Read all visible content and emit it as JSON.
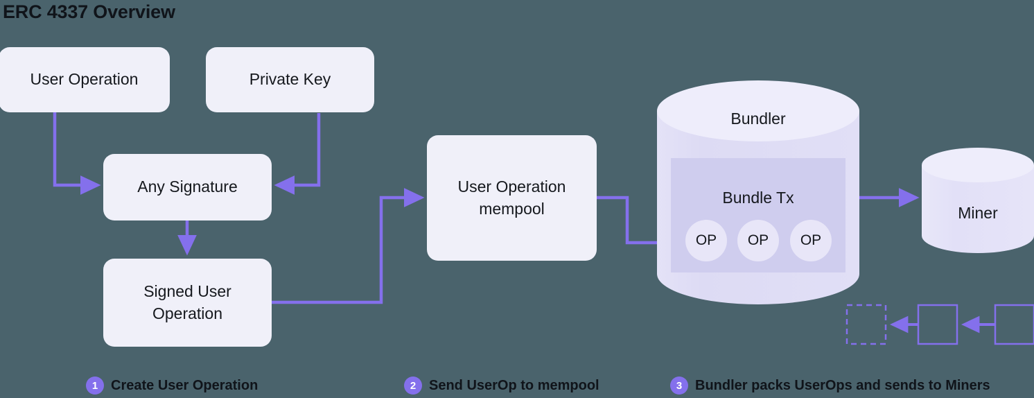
{
  "title": "ERC 4337 Overview",
  "colors": {
    "background": "#4a636c",
    "node_fill": "#f0f0f9",
    "arrow": "#8470ec",
    "cylinder_body": "#dedcf5",
    "cylinder_top": "#eeedfb",
    "cylinder_inner": "#cfccee",
    "op_circle": "#e7e5f7",
    "text": "#15181d",
    "badge": "#8470ec"
  },
  "nodes": {
    "user_operation": "User Operation",
    "private_key": "Private Key",
    "any_signature": "Any Signature",
    "signed_user_operation_line1": "Signed User",
    "signed_user_operation_line2": "Operation",
    "mempool_line1": "User Operation",
    "mempool_line2": "mempool",
    "bundler": "Bundler",
    "bundle_tx": "Bundle Tx",
    "miner": "Miner",
    "op_1": "OP",
    "op_2": "OP",
    "op_3": "OP"
  },
  "legend": [
    {
      "number": "1",
      "label": "Create User Operation"
    },
    {
      "number": "2",
      "label": "Send UserOp to mempool"
    },
    {
      "number": "3",
      "label": "Bundler packs UserOps and sends to Miners"
    }
  ],
  "blocks": [
    {
      "style": "dashed"
    },
    {
      "style": "solid"
    },
    {
      "style": "solid"
    }
  ]
}
